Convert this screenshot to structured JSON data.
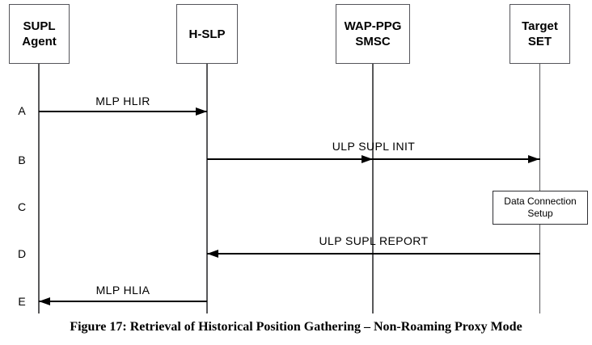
{
  "figure": {
    "caption": "Figure 17: Retrieval of Historical Position Gathering – Non-Roaming Proxy Mode"
  },
  "actors": {
    "supl_agent": {
      "line1": "SUPL",
      "line2": "Agent"
    },
    "h_slp": {
      "line1": "H-SLP",
      "line2": ""
    },
    "wap_ppg_smsc": {
      "line1": "WAP-PPG",
      "line2": "SMSC"
    },
    "target_set": {
      "line1": "Target",
      "line2": "SET"
    }
  },
  "steps": {
    "a": {
      "label": "A",
      "message": "MLP HLIR",
      "from": "SUPL Agent",
      "to": "H-SLP"
    },
    "b": {
      "label": "B",
      "message": "ULP SUPL INIT",
      "from": "H-SLP",
      "via": "WAP-PPG SMSC",
      "to": "Target SET"
    },
    "c": {
      "label": "C",
      "note_line1": "Data Connection",
      "note_line2": "Setup",
      "on": "Target SET"
    },
    "d": {
      "label": "D",
      "message": "ULP SUPL REPORT",
      "from": "Target SET",
      "to": "H-SLP"
    },
    "e": {
      "label": "E",
      "message": "MLP HLIA",
      "from": "H-SLP",
      "to": "SUPL Agent"
    }
  },
  "colors": {
    "background": "#ffffff",
    "arrow_line": "#000000",
    "lifeline": "#58585a",
    "text": "#000000"
  }
}
